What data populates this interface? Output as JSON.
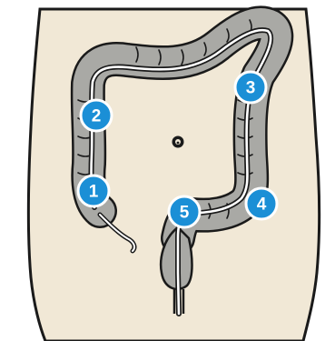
{
  "colors": {
    "skin": "#f1e8d6",
    "outline": "#1a1a1a",
    "colon_fill": "#a9a9a5",
    "colon_shadow": "#8c8c88",
    "scope_line": "#ffffff",
    "marker_fill": "#1b8fd6",
    "marker_stroke": "#ffffff",
    "marker_text": "#ffffff"
  },
  "icons": {
    "torso": "torso-outline",
    "navel": "navel-icon",
    "colon": "large-intestine",
    "scope": "colonoscope-line"
  },
  "markers": [
    {
      "id": "marker-1",
      "label": "1"
    },
    {
      "id": "marker-2",
      "label": "2"
    },
    {
      "id": "marker-3",
      "label": "3"
    },
    {
      "id": "marker-4",
      "label": "4"
    },
    {
      "id": "marker-5",
      "label": "5"
    }
  ]
}
